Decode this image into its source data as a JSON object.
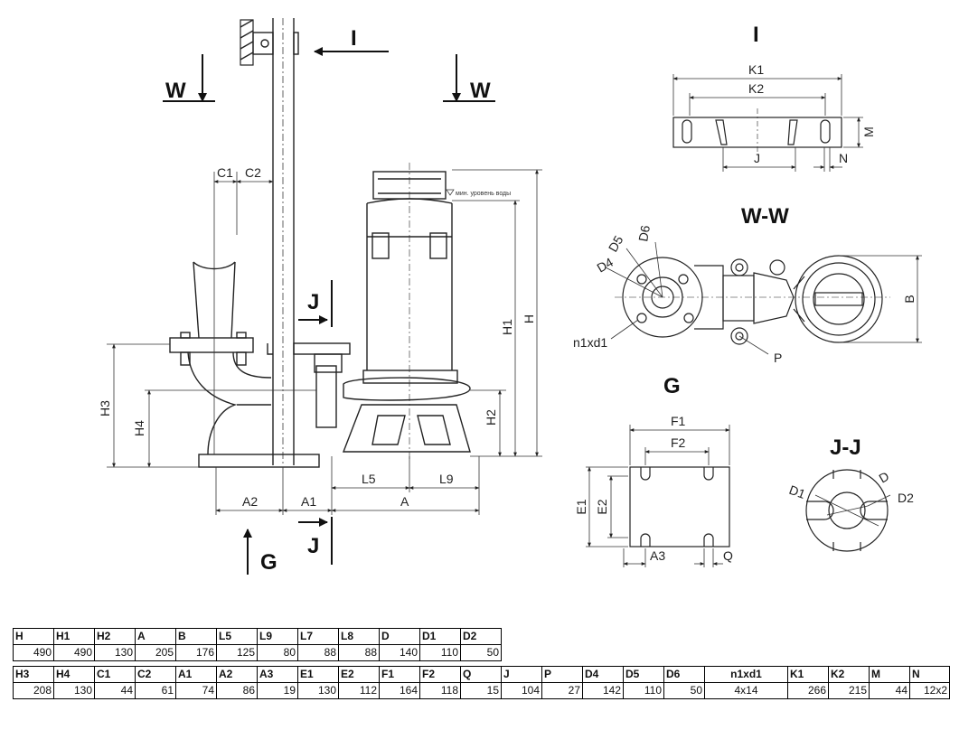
{
  "drawing": {
    "section_labels": {
      "view_i": "I",
      "arrow_i": "I",
      "w_left": "W",
      "w_right": "W",
      "ww": "W-W",
      "g_view": "G",
      "g_arrow": "G",
      "jj": "J-J",
      "j_top": "J",
      "j_bottom": "J"
    },
    "level_note": "мин. уровень воды",
    "dims": {
      "C1": "C1",
      "C2": "C2",
      "H": "H",
      "H1": "H1",
      "H2": "H2",
      "H3": "H3",
      "H4": "H4",
      "L5": "L5",
      "L9": "L9",
      "A": "A",
      "A1": "A1",
      "A2": "A2",
      "K1": "K1",
      "K2": "K2",
      "M": "M",
      "J": "J",
      "N": "N",
      "D4": "D4",
      "D5": "D5",
      "D6": "D6",
      "B": "B",
      "n1xd1": "n1xd1",
      "P": "P",
      "F1": "F1",
      "F2": "F2",
      "E1": "E1",
      "E2": "E2",
      "A3": "A3",
      "Q": "Q",
      "D1": "D1",
      "D": "D",
      "D2": "D2"
    }
  },
  "table": {
    "rows": [
      {
        "headers": [
          "H",
          "H1",
          "H2",
          "A",
          "B",
          "L5",
          "L9",
          "L7",
          "L8",
          "D",
          "D1",
          "D2"
        ],
        "values": [
          "490",
          "490",
          "130",
          "205",
          "176",
          "125",
          "80",
          "88",
          "88",
          "140",
          "110",
          "50"
        ]
      },
      {
        "headers": [
          "H3",
          "H4",
          "C1",
          "C2",
          "A1",
          "A2",
          "A3",
          "E1",
          "E2",
          "F1",
          "F2",
          "Q",
          "J",
          "P",
          "D4",
          "D5",
          "D6",
          "n1xd1",
          "K1",
          "K2",
          "M",
          "N"
        ],
        "values": [
          "208",
          "130",
          "44",
          "61",
          "74",
          "86",
          "19",
          "130",
          "112",
          "164",
          "118",
          "15",
          "104",
          "27",
          "142",
          "110",
          "50",
          "4x14",
          "266",
          "215",
          "44",
          "12x2"
        ]
      }
    ]
  }
}
